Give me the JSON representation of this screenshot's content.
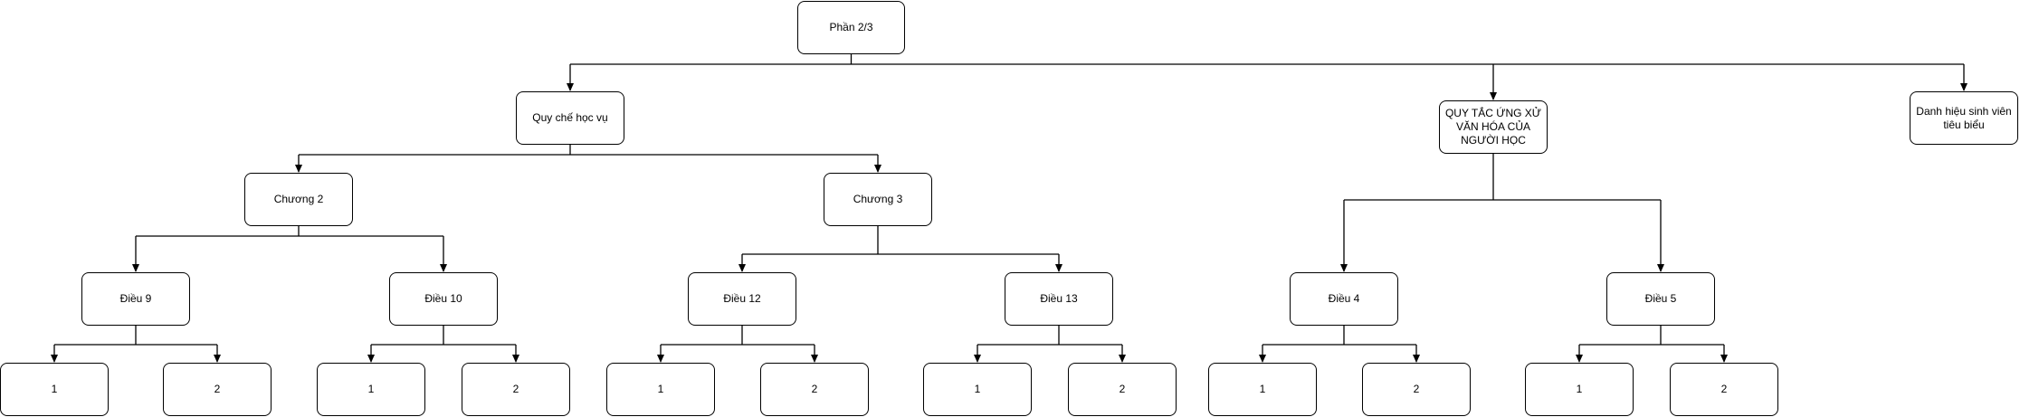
{
  "nodes": {
    "root": "Phần 2/3",
    "quy_che": "Quy chế học vụ",
    "quy_tac": "QUY TẮC ỨNG XỬ VĂN HÓA CỦA NGƯỜI HỌC",
    "danh_hieu": "Danh hiệu sinh viên tiêu biểu",
    "chuong2": "Chương 2",
    "chuong3": "Chương 3",
    "dieu9": "Điều 9",
    "dieu10": "Điều 10",
    "dieu12": "Điều 12",
    "dieu13": "Điều 13",
    "dieu4": "Điều 4",
    "dieu5": "Điều 5",
    "d9_1": "1",
    "d9_2": "2",
    "d10_1": "1",
    "d10_2": "2",
    "d12_1": "1",
    "d12_2": "2",
    "d13_1": "1",
    "d13_2": "2",
    "d4_1": "1",
    "d4_2": "2",
    "d5_1": "1",
    "d5_2": "2"
  }
}
